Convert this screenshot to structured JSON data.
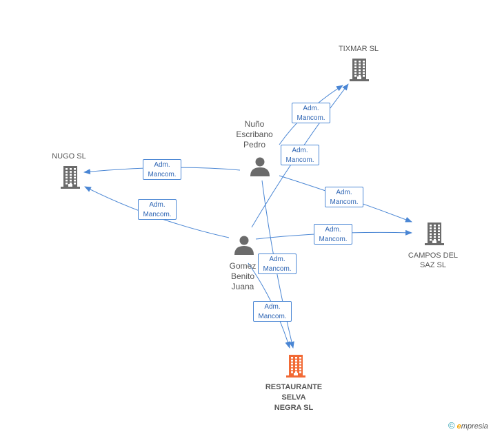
{
  "nodes": {
    "tixmar": {
      "label": "TIXMAR SL",
      "color": "#6b6b6b"
    },
    "nugo": {
      "label": "NUGO SL",
      "color": "#6b6b6b"
    },
    "campos": {
      "label_line1": "CAMPOS DEL",
      "label_line2": "SAZ SL",
      "color": "#6b6b6b"
    },
    "restaurante": {
      "label_line1": "RESTAURANTE",
      "label_line2": "SELVA",
      "label_line3": "NEGRA SL",
      "color": "#f26a35"
    },
    "nuno": {
      "label_line1": "Nuño",
      "label_line2": "Escribano",
      "label_line3": "Pedro",
      "color": "#6b6b6b"
    },
    "gomez": {
      "label_line1": "Gomez",
      "label_line2": "Benito",
      "label_line3": "Juana",
      "color": "#6b6b6b"
    }
  },
  "edge_labels": [
    {
      "line1": "Adm.",
      "line2": "Mancom."
    },
    {
      "line1": "Adm.",
      "line2": "Mancom."
    },
    {
      "line1": "Adm.",
      "line2": "Mancom."
    },
    {
      "line1": "Adm.",
      "line2": "Mancom."
    },
    {
      "line1": "Adm.",
      "line2": "Mancom."
    },
    {
      "line1": "Adm.",
      "line2": "Mancom."
    },
    {
      "line1": "Adm.",
      "line2": "Mancom."
    },
    {
      "line1": "Adm.",
      "line2": "Mancom."
    }
  ],
  "edge_color": "#4a86d4",
  "footer": {
    "copyright": "©",
    "brand_e": "e",
    "brand_rest": "mpresia"
  }
}
